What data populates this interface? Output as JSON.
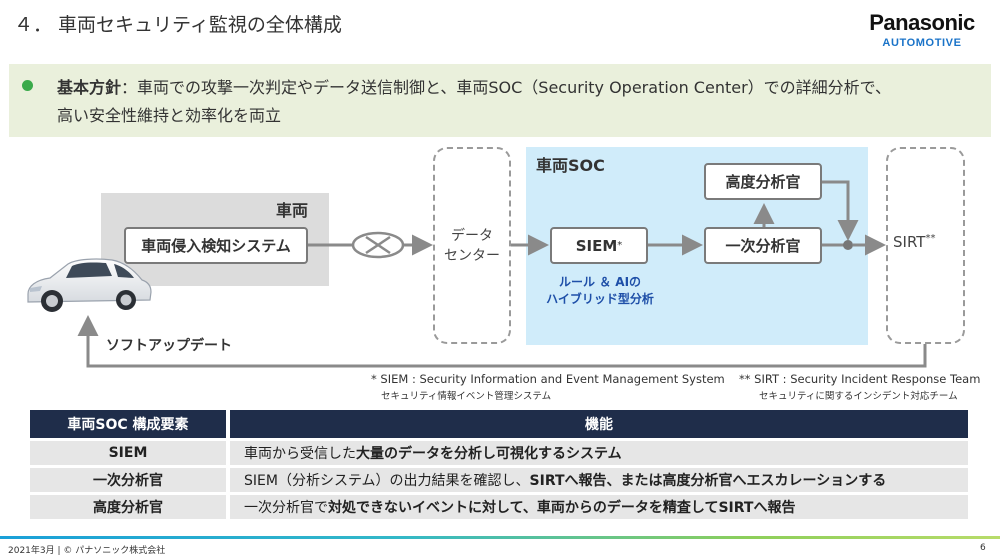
{
  "title": "４． 車両セキュリティ監視の全体構成",
  "logo": {
    "main": "Panasonic",
    "sub": "AUTOMOTIVE"
  },
  "policy": {
    "label": "基本方針",
    "text_1": "：車両での攻撃一次判定やデータ送信制御と、車両SOC（Security Operation Center）での詳細分析で、",
    "text_2": "高い安全性維持と効率化を両立"
  },
  "diagram": {
    "vehicle_label": "車両",
    "ids_label": "車両侵入検知システム",
    "data_center_line1": "データ",
    "data_center_line2": "センター",
    "soc_label": "車両SOC",
    "siem_label": "SIEM",
    "siem_mark": "*",
    "siem_caption_1": "ルール ＆ AIの",
    "siem_caption_2": "ハイブリッド型分析",
    "primary_label": "一次分析官",
    "advanced_label": "高度分析官",
    "sirt_label": "SIRT",
    "sirt_mark": "**",
    "update_label": "ソフトアップデート"
  },
  "footnotes": {
    "siem_1": "* SIEM : Security Information and Event Management System",
    "siem_2": "セキュリティ情報イベント管理システム",
    "sirt_1": "** SIRT : Security Incident Response Team",
    "sirt_2": "セキュリティに関するインシデント対応チーム"
  },
  "table": {
    "headers": [
      "車両SOC 構成要素",
      "機能"
    ],
    "rows": [
      {
        "name": "SIEM",
        "pre": "車両から受信した",
        "strong": "大量のデータを分析し可視化するシステム",
        "post": ""
      },
      {
        "name": "一次分析官",
        "pre": "SIEM（分析システム）の出力結果を確認し、",
        "strong": "SIRTへ報告、または高度分析官へエスカレーションする",
        "post": ""
      },
      {
        "name": "高度分析官",
        "pre": "一次分析官で",
        "strong": "対処できないイベントに対して、車両からのデータを精査してSIRTへ報告",
        "post": ""
      }
    ]
  },
  "footer": {
    "text": "2021年3月 | © パナソニック株式会社",
    "page": "6"
  }
}
